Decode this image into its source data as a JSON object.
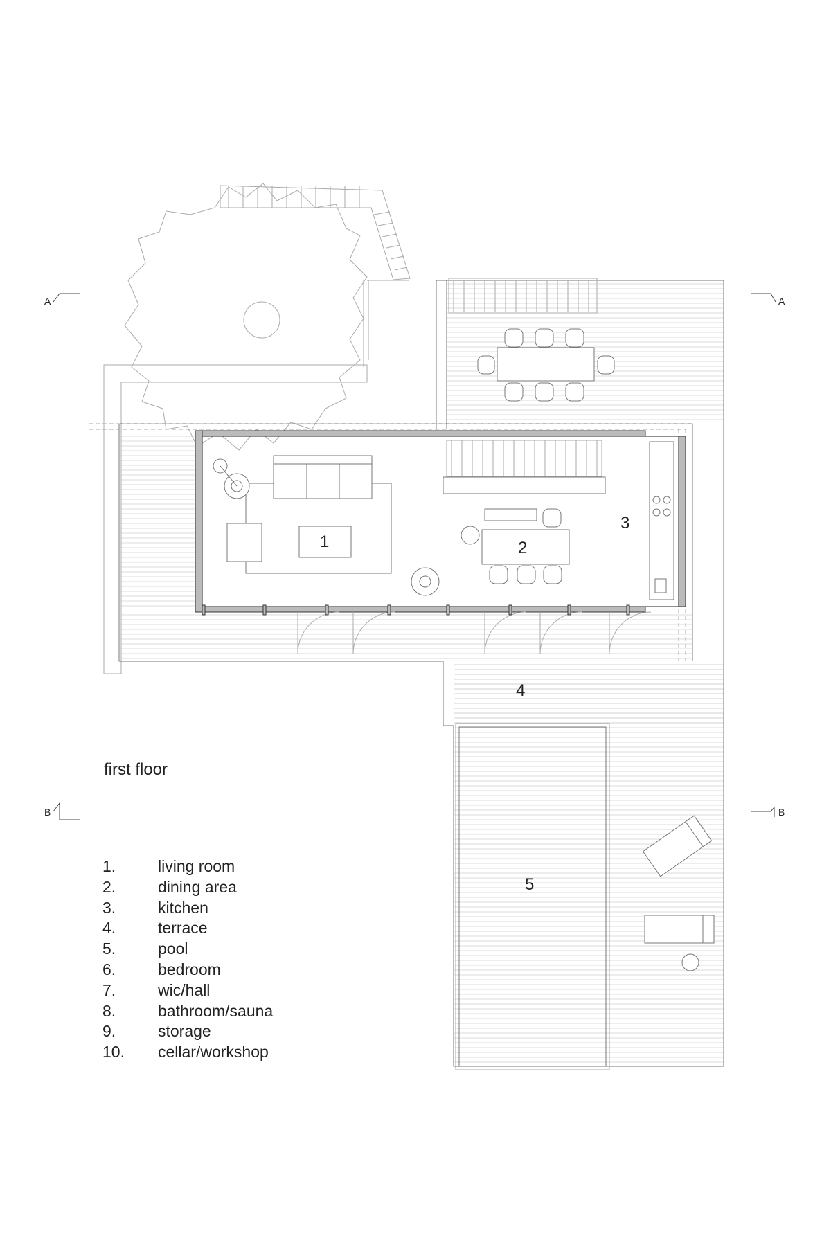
{
  "floor_title": "first floor",
  "section_markers": {
    "a_left": "A",
    "a_right": "A",
    "b_left": "B",
    "b_right": "B"
  },
  "rooms_on_plan": [
    "1",
    "2",
    "3",
    "4",
    "5"
  ],
  "legend": [
    {
      "num": "1.",
      "label": "living room"
    },
    {
      "num": "2.",
      "label": "dining area"
    },
    {
      "num": "3.",
      "label": "kitchen"
    },
    {
      "num": "4.",
      "label": "terrace"
    },
    {
      "num": "5.",
      "label": "pool"
    },
    {
      "num": "6.",
      "label": "bedroom"
    },
    {
      "num": "7.",
      "label": "wic/hall"
    },
    {
      "num": "8.",
      "label": "bathroom/sauna"
    },
    {
      "num": "9.",
      "label": "storage"
    },
    {
      "num": "10.",
      "label": "cellar/workshop"
    }
  ]
}
